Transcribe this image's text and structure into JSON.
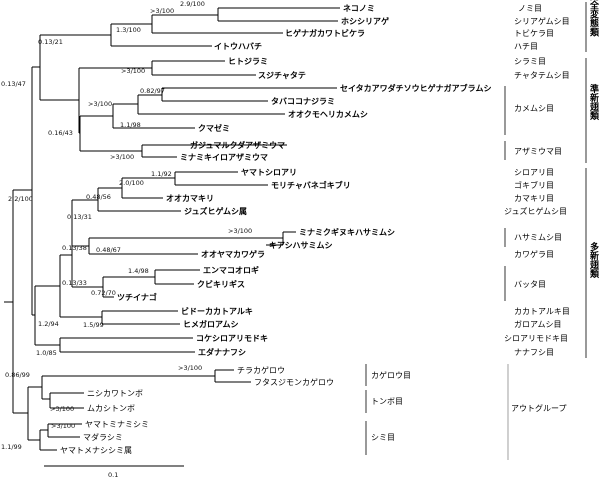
{
  "figure": {
    "scale_label": "0.1"
  },
  "taxa": [
    {
      "name": "ネコノミ",
      "order": "ノミ目"
    },
    {
      "name": "ホシシリアゲ",
      "order": "シリアゲムシ目"
    },
    {
      "name": "ヒゲナガカワトビケラ",
      "order": "トビケラ目"
    },
    {
      "name": "イトウハバチ",
      "order": "ハチ目"
    },
    {
      "name": "ヒトジラミ",
      "order": "シラミ目"
    },
    {
      "name": "スジチャタテ",
      "order": "チャタテムシ目"
    },
    {
      "name": "セイタカアワダチソウヒゲナガアブラムシ",
      "order": ""
    },
    {
      "name": "タバココナジラミ",
      "order": "カメムシ目"
    },
    {
      "name": "オオクモヘリカメムシ",
      "order": ""
    },
    {
      "name": "クマゼミ",
      "order": ""
    },
    {
      "name": "ガジュマルクダアザミウマ",
      "order": "アザミウマ目"
    },
    {
      "name": "ミナミキイロアザミウマ",
      "order": ""
    },
    {
      "name": "ヤマトシロアリ",
      "order": "シロアリ目"
    },
    {
      "name": "モリチャバネゴキブリ",
      "order": "ゴキブリ目"
    },
    {
      "name": "オオカマキリ",
      "order": "カマキリ目"
    },
    {
      "name": "ジュズヒゲムシ属",
      "order": "ジュズヒゲムシ目"
    },
    {
      "name": "ミナミクギヌキハサミムシ",
      "order": "ハサミムシ目"
    },
    {
      "name": "キアシハサミムシ",
      "order": ""
    },
    {
      "name": "オオヤマカワゲラ",
      "order": "カワゲラ目"
    },
    {
      "name": "エンマコオロギ",
      "order": ""
    },
    {
      "name": "クビキリギス",
      "order": "バッタ目"
    },
    {
      "name": "ツチイナゴ",
      "order": ""
    },
    {
      "name": "ビドーカカトアルキ",
      "order": "カカトアルキ目"
    },
    {
      "name": "ヒメガロアムシ",
      "order": "ガロアムシ目"
    },
    {
      "name": "コケシロアリモドキ",
      "order": "シロアリモドキ目"
    },
    {
      "name": "エダナナフシ",
      "order": "ナナフシ目"
    },
    {
      "name": "チラカゲロウ",
      "order": ""
    },
    {
      "name": "フタスジモンカゲロウ",
      "order": "カゲロウ目"
    },
    {
      "name": "ニシカワトンボ",
      "order": ""
    },
    {
      "name": "ムカシトンボ",
      "order": "トンボ目"
    },
    {
      "name": "ヤマトミナミシミ",
      "order": ""
    },
    {
      "name": "マダラシミ",
      "order": "シミ目"
    },
    {
      "name": "ヤマトメナシシミ属",
      "order": ""
    }
  ],
  "support_values": [
    "2.9/100",
    ">3/100",
    "1.3/100",
    "0.13/21",
    ">3/100",
    "0.82/97",
    ">3/100",
    "1.1/98",
    "0.13/47",
    "0.16/43",
    ">3/100",
    "1.1/92",
    "2.0/100",
    "0.48/56",
    "0.13/31",
    ">3/100",
    "0.48/67",
    "0.13/38",
    "1.4/98",
    "0.72/70",
    "0.13/33",
    "1.5/99",
    "1.2/94",
    "1.0/85",
    "2.2/100",
    ">3/100",
    "0.86/99",
    ">3/100",
    ">3/100",
    "1.1/99"
  ],
  "group_labels": {
    "holometabola": "完全変態類",
    "paraneoptera": "準新翅類",
    "polyneoptera": "多新翅類",
    "outgroup": "アウトグループ"
  },
  "order_labels": {
    "hemiptera": "カメムシ目",
    "thysanoptera": "アザミウマ目",
    "dermaptera": "ハサミムシ目",
    "orthoptera": "バッタ目",
    "ephemeroptera": "カゲロウ目",
    "odonata": "トンボ目",
    "zygentoma": "シミ目"
  }
}
